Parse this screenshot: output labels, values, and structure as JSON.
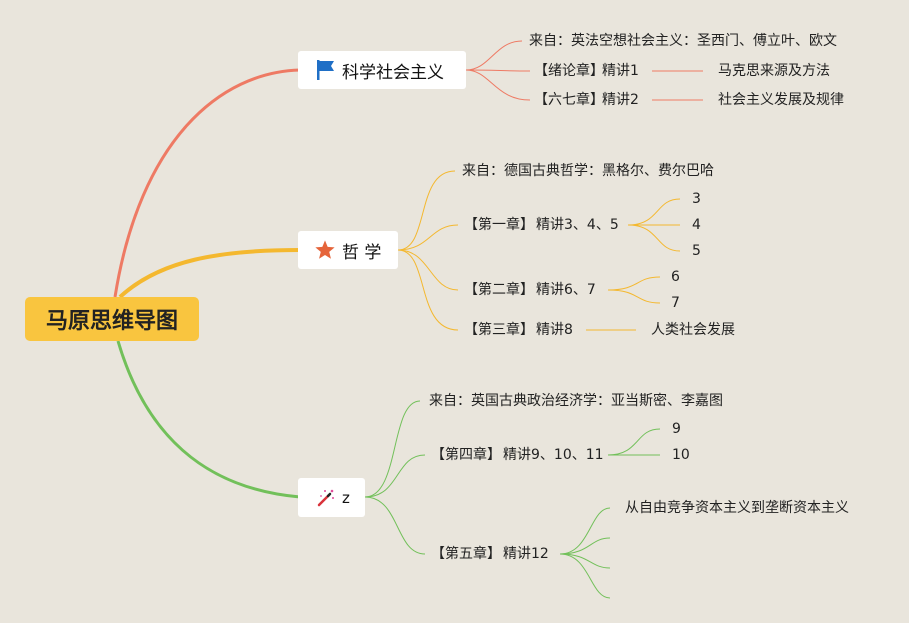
{
  "root": "马原思维导图",
  "branches": {
    "sci": {
      "title": "科学社会主义",
      "icon": "blue-flag-icon",
      "items": [
        {
          "text": "来自：英法空想社会主义：圣西门、傅立叶、欧文"
        },
        {
          "tag": "【绪论章】",
          "lecture": "精讲1",
          "note": "马克思来源及方法"
        },
        {
          "tag": "【六七章】",
          "lecture": "精讲2",
          "note": "社会主义发展及规律"
        }
      ]
    },
    "phil": {
      "title": "哲 学",
      "icon": "orange-star-icon",
      "items": [
        {
          "text": "来自：德国古典哲学：黑格尔、费尔巴哈"
        },
        {
          "tag": "【第一章】",
          "lecture": "精讲3、4、5",
          "sub": [
            "3",
            "4",
            "5"
          ]
        },
        {
          "tag": "【第二章】",
          "lecture": "精讲6、7",
          "sub": [
            "6",
            "7"
          ]
        },
        {
          "tag": "【第三章】",
          "lecture": "精讲8",
          "note": "人类社会发展"
        }
      ]
    },
    "econ": {
      "title": "z",
      "icon": "magic-wand-icon",
      "items": [
        {
          "text": "来自：英国古典政治经济学：亚当斯密、李嘉图"
        },
        {
          "tag": "【第四章】",
          "lecture": "精讲9、10、11",
          "sub": [
            "9",
            "10"
          ]
        },
        {
          "tag": "【第五章】",
          "lecture": "精讲12",
          "sub": [
            "从自由竞争资本主义到垄断资本主义",
            "",
            "",
            ""
          ]
        }
      ]
    }
  },
  "colors": {
    "background": "#e9e5dc",
    "root": "#f9c53f",
    "sci": "#ee7a64",
    "phil": "#f4b82f",
    "econ": "#72c05a"
  }
}
